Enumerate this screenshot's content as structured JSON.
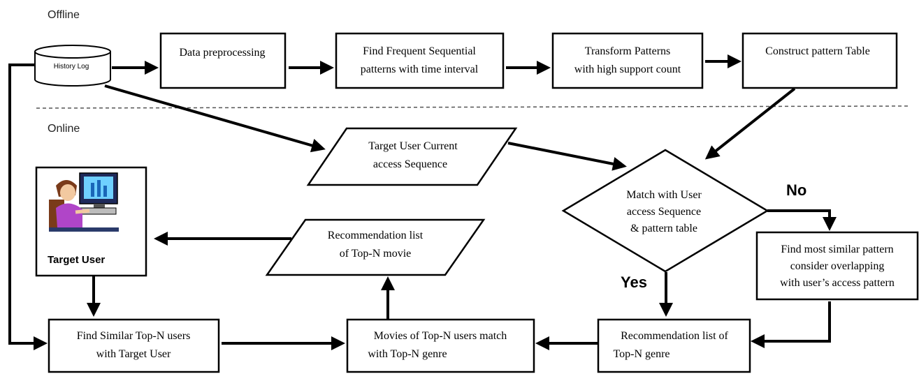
{
  "sections": {
    "offline": "Offline",
    "online": "Online"
  },
  "nodes": {
    "history_log": "History Log",
    "data_preprocessing": "Data preprocessing",
    "find_frequent": [
      "Find Frequent Sequential",
      "patterns with time interval"
    ],
    "transform_patterns": [
      "Transform Patterns",
      "with high support count"
    ],
    "construct_table": "Construct pattern Table",
    "target_sequence": [
      "Target User  Current",
      "access Sequence"
    ],
    "match_decision": [
      "Match with User",
      "access Sequence",
      "& pattern table"
    ],
    "target_user": "Target User",
    "find_most_similar": [
      "Find most similar pattern",
      "consider overlapping",
      "with user’s access pattern"
    ],
    "rec_list_movie": [
      "Recommendation list",
      "of Top-N movie"
    ],
    "find_similar_users": [
      "Find Similar Top-N users",
      "with Target User"
    ],
    "movies_match": [
      "Movies of Top-N users match",
      "with Top-N genre"
    ],
    "rec_list_genre": [
      "Recommendation list of",
      "Top-N genre"
    ]
  },
  "branch_labels": {
    "no": "No",
    "yes": "Yes"
  },
  "colors": {
    "line": "#000000",
    "divider": "#555555",
    "background": "#ffffff"
  },
  "icons": {
    "target_user_image": "person-at-computer-icon"
  }
}
